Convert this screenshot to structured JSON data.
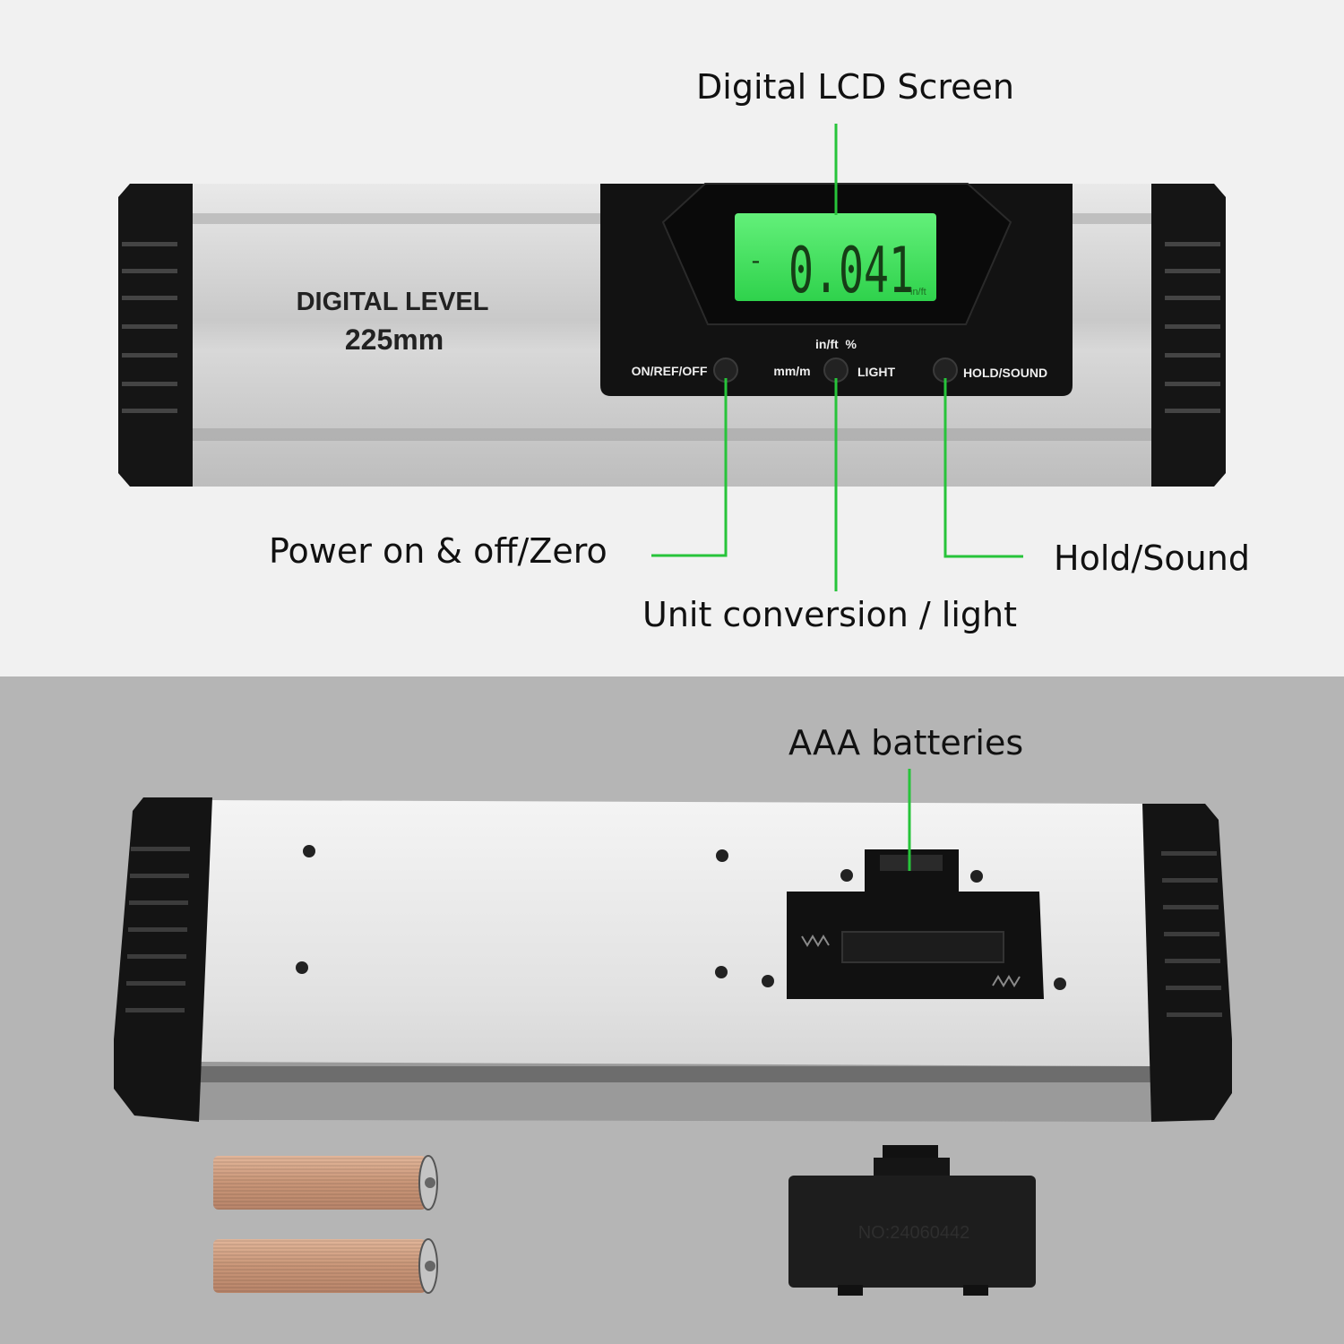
{
  "callouts": {
    "lcd_screen": "Digital LCD Screen",
    "power": "Power on & off/Zero",
    "unit_light": "Unit conversion / light",
    "hold_sound": "Hold/Sound",
    "batteries": "AAA batteries"
  },
  "device_front": {
    "brand_text": "DIGITAL LEVEL",
    "size_text": "225mm",
    "lcd_sign": "-",
    "lcd_value": "0.041",
    "lcd_unit": "in/ft",
    "button_on_ref_off": "ON/REF/OFF",
    "unit_top": "in/ft  %",
    "unit_bottom": "mm/m",
    "light_label": "LIGHT",
    "hold_sound_label": "HOLD/SOUND"
  },
  "battery_cover": {
    "serial_text": "NO:24060442"
  },
  "colors": {
    "callout_line": "#27c43a",
    "lcd_backlight": "#3fe05c",
    "housing_black": "#161616",
    "aluminum": "#d4d4d4",
    "top_background": "#f1f1f1",
    "bottom_background": "#b5b5b5"
  }
}
